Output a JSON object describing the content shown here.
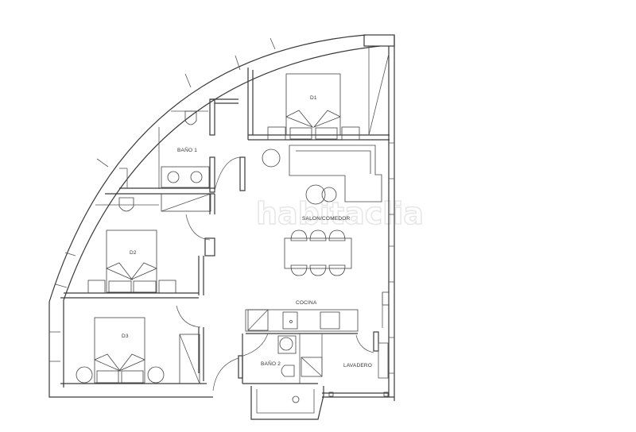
{
  "plan": {
    "rooms": [
      {
        "id": "d1",
        "label": "D1"
      },
      {
        "id": "bano1",
        "label": "BAÑO 1"
      },
      {
        "id": "salon",
        "label": "SALON/COMEDOR"
      },
      {
        "id": "d2",
        "label": "D2"
      },
      {
        "id": "cocina",
        "label": "COCINA"
      },
      {
        "id": "d3",
        "label": "D3"
      },
      {
        "id": "bano2",
        "label": "BAÑO 2"
      },
      {
        "id": "lavadero",
        "label": "LAVADERO"
      }
    ],
    "watermark": "habitaclia",
    "colors": {
      "line": "#3a3a3a",
      "background": "#ffffff",
      "watermark": "#e6e6e6"
    }
  }
}
